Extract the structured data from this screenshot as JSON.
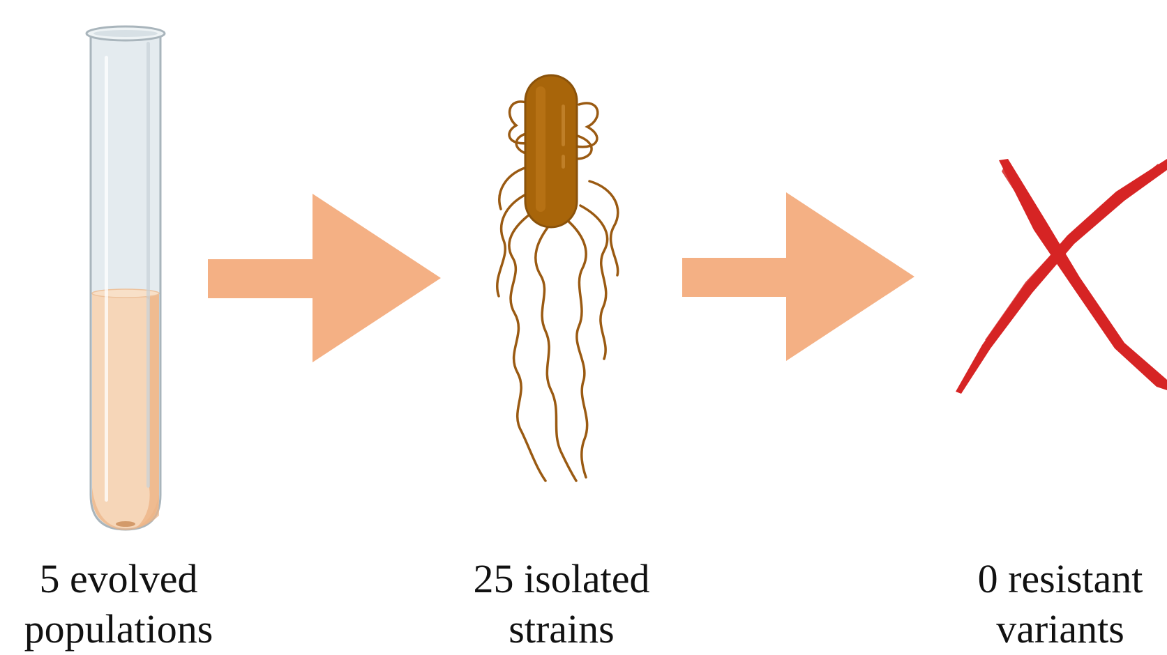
{
  "steps": [
    {
      "icon": "test-tube-icon",
      "line1": "5 evolved",
      "line2": "populations"
    },
    {
      "icon": "bacterium-icon",
      "line1": "25 isolated",
      "line2": "strains"
    },
    {
      "icon": "red-x-icon",
      "line1": "0 resistant",
      "line2": "variants"
    }
  ],
  "arrows": [
    {
      "icon": "arrow-right-icon"
    },
    {
      "icon": "arrow-right-icon"
    }
  ],
  "colors": {
    "arrow": "#f4b084",
    "liquid": "#f6d6b8",
    "liquid_dark": "#edb486",
    "tube_glass": "#e4ebef",
    "tube_outline": "#a9b5bc",
    "bacterium_body": "#a8650a",
    "bacterium_flagella": "#9a5a12",
    "cross": "#d62424"
  }
}
